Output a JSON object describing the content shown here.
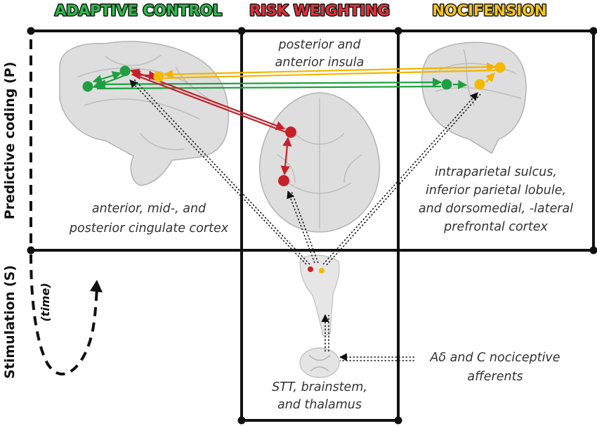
{
  "titles": {
    "adaptive_control": "ADAPTIVE CONTROL",
    "risk_weighting": "RISK WEIGHTING",
    "nocifension": "NOCIFENSION"
  },
  "axes": {
    "predictive": "Predictive coding (P)",
    "stimulation": "Stimulation (S)",
    "time": "(time)"
  },
  "labels": {
    "insula_1": "posterior and",
    "insula_2": "anterior insula",
    "cingulate_1": "anterior, mid-, and",
    "cingulate_2": "posterior cingulate cortex",
    "parietal_1": "intraparietal sulcus,",
    "parietal_2": "inferior parietal lobule,",
    "parietal_3": "and dorsomedial, -lateral",
    "parietal_4": "prefrontal cortex",
    "afferents_1": "Aδ and C nociceptive",
    "afferents_2": "afferents",
    "stt_1": "STT, brainstem,",
    "stt_2": "and thalamus"
  },
  "colors": {
    "adaptive": "#2db84b",
    "risk": "#e0303a",
    "nocifension": "#f5c518",
    "green_node": "#1fa040",
    "red_node": "#c8202a",
    "yellow_node": "#f5b800",
    "brain": "#dedede"
  }
}
